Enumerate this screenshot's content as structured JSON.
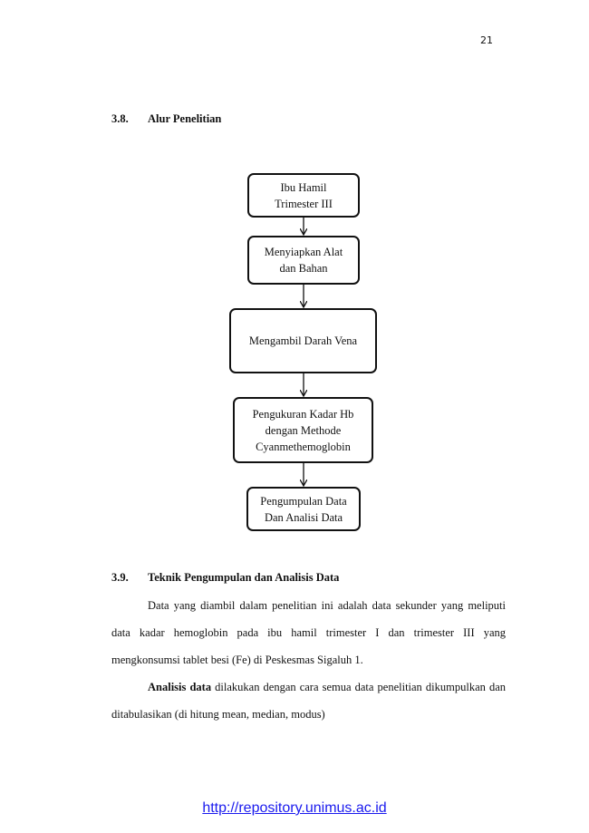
{
  "page_number": "21",
  "section_38": {
    "number": "3.8.",
    "title": "Alur Penelitian"
  },
  "flowchart": {
    "steps": [
      "Ibu Hamil\nTrimester III",
      "Menyiapkan Alat\ndan Bahan",
      "Mengambil Darah Vena",
      "Pengukuran Kadar Hb\ndengan Methode\nCyanmethemoglobin",
      "Pengumpulan Data\nDan Analisi Data"
    ]
  },
  "section_39": {
    "number": "3.9.",
    "title": "Teknik Pengumpulan dan Analisis Data"
  },
  "paragraph_1": "Data yang diambil dalam penelitian ini adalah data sekunder yang meliputi data kadar hemoglobin pada ibu hamil trimester I dan trimester III yang mengkonsumsi tablet besi (Fe) di Peskesmas Sigaluh 1.",
  "paragraph_2": {
    "bold_lead": "Analisis data",
    "rest": " dilakukan dengan cara semua data penelitian dikumpulkan dan ditabulasikan (di hitung mean, median, modus)"
  },
  "footer": {
    "url": "http://repository.unimus.ac.id"
  }
}
